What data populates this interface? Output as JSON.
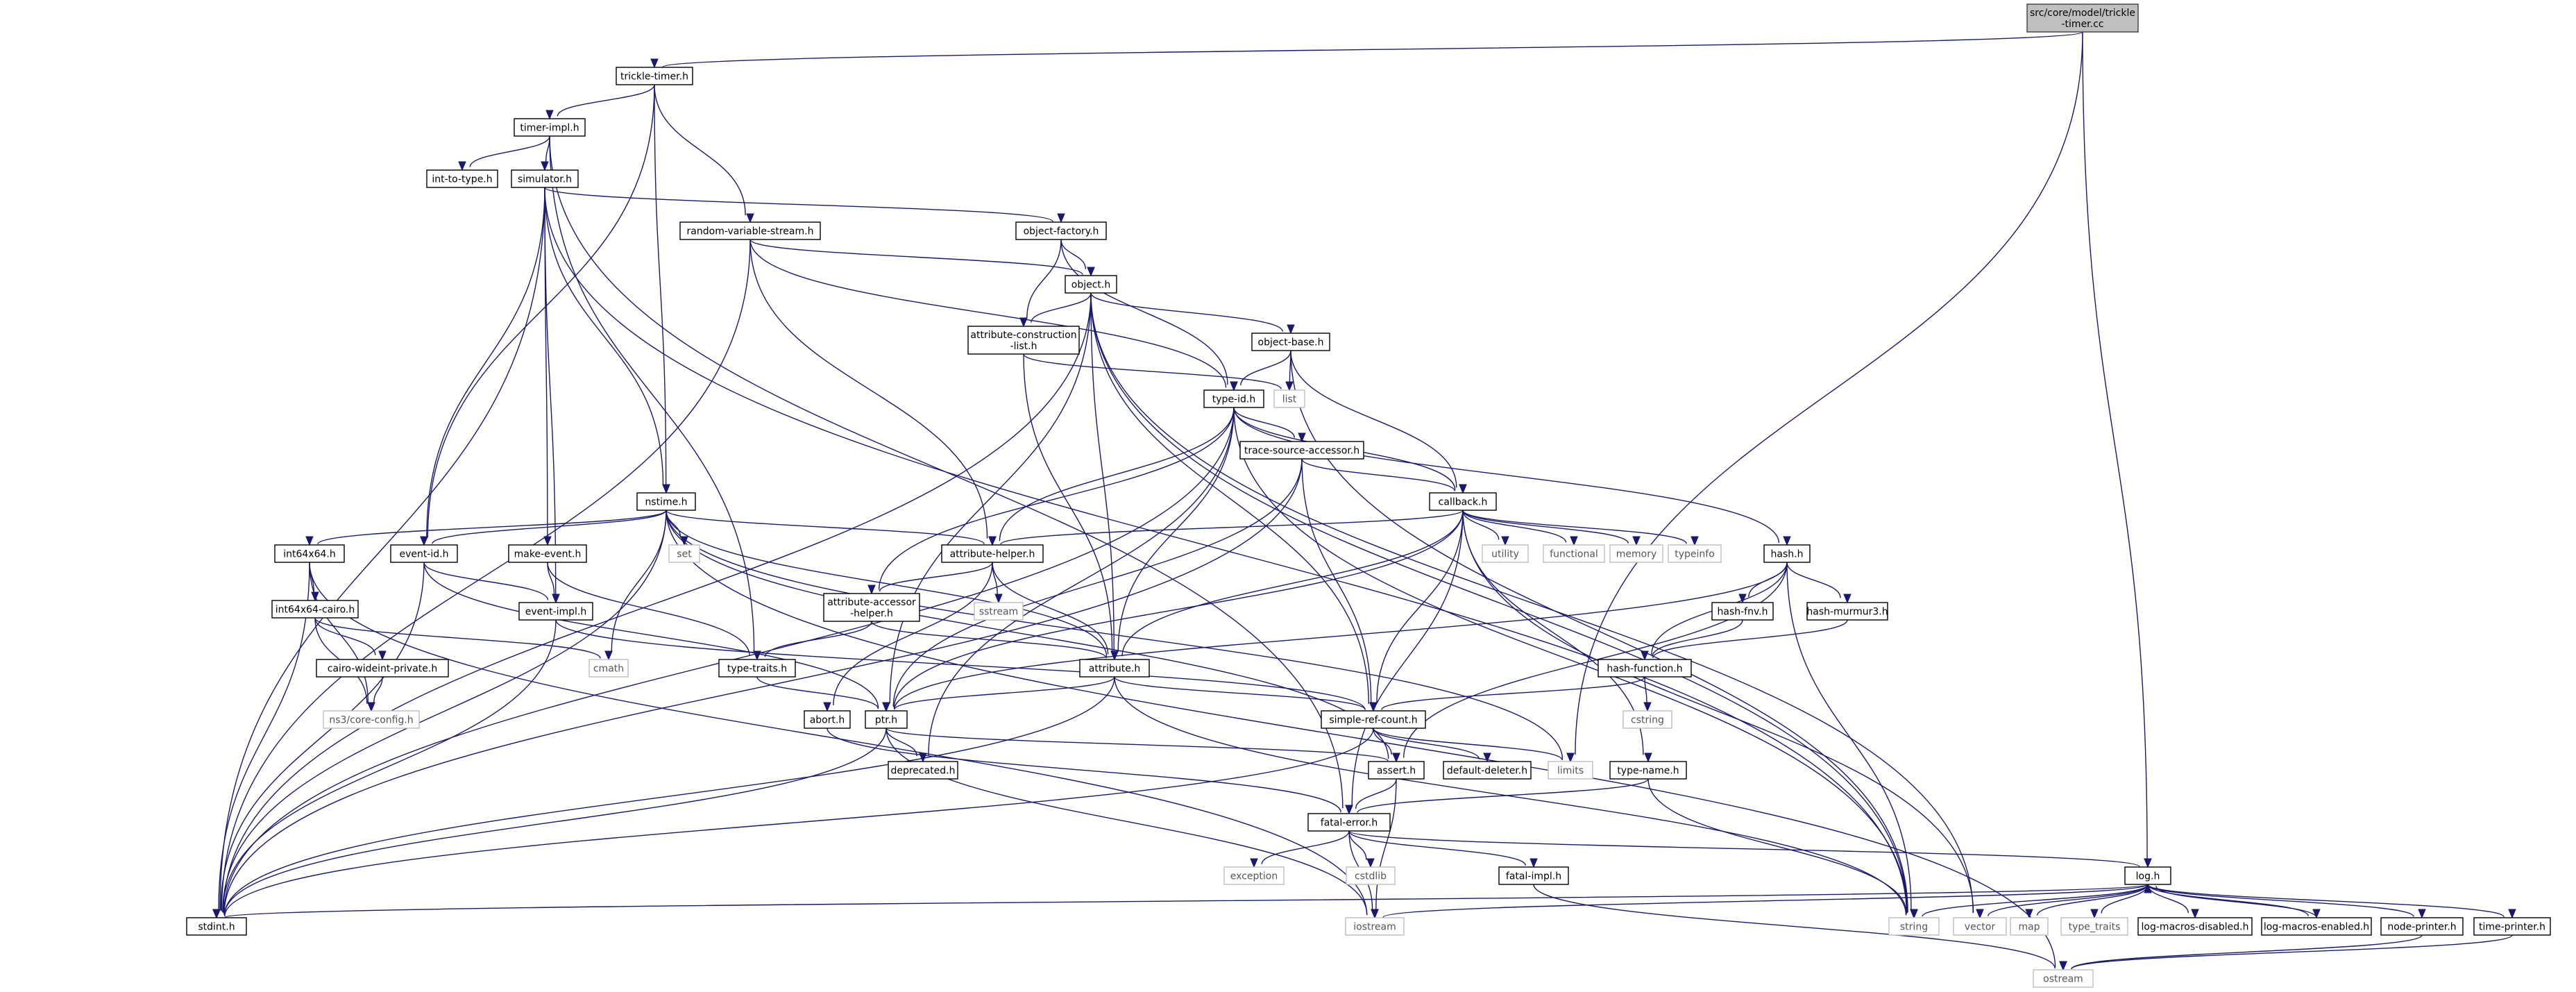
{
  "graph": {
    "nodes": {
      "root": [
        "src/core/model/trickle",
        "-timer.cc"
      ],
      "trickle_timer": "trickle-timer.h",
      "timer_impl": "timer-impl.h",
      "int_to_type": "int-to-type.h",
      "simulator": "simulator.h",
      "random_variable_stream": "random-variable-stream.h",
      "object_factory": "object-factory.h",
      "object": "object.h",
      "attribute_construction_list": [
        "attribute-construction",
        "-list.h"
      ],
      "object_base": "object-base.h",
      "list": "list",
      "type_id": "type-id.h",
      "trace_source_accessor": "trace-source-accessor.h",
      "callback": "callback.h",
      "nstime": "nstime.h",
      "set": "set",
      "int64x64": "int64x64.h",
      "event_id": "event-id.h",
      "make_event": "make-event.h",
      "attribute_helper": "attribute-helper.h",
      "utility": "utility",
      "functional": "functional",
      "memory": "memory",
      "typeinfo": "typeinfo",
      "hash": "hash.h",
      "int64x64_cairo": "int64x64-cairo.h",
      "event_impl": "event-impl.h",
      "attribute_accessor_helper": [
        "attribute-accessor",
        "-helper.h"
      ],
      "sstream": "sstream",
      "hash_murmur3": "hash-murmur3.h",
      "hash_fnv": "hash-fnv.h",
      "cairo_wideint_private": "cairo-wideint-private.h",
      "cmath": "cmath",
      "type_traits_h": "type-traits.h",
      "attribute": "attribute.h",
      "hash_function": "hash-function.h",
      "ns3_core_config": "ns3/core-config.h",
      "abort": "abort.h",
      "ptr": "ptr.h",
      "simple_ref_count": "simple-ref-count.h",
      "cstring": "cstring",
      "deprecated": "deprecated.h",
      "assert": "assert.h",
      "default_deleter": "default-deleter.h",
      "limits": "limits",
      "type_name": "type-name.h",
      "fatal_error": "fatal-error.h",
      "exception": "exception",
      "cstdlib": "cstdlib",
      "fatal_impl": "fatal-impl.h",
      "log": "log.h",
      "stdint": "stdint.h",
      "iostream": "iostream",
      "string": "string",
      "vector": "vector",
      "map": "map",
      "type_traits": "type_traits",
      "log_macros_disabled": "log-macros-disabled.h",
      "log_macros_enabled": "log-macros-enabled.h",
      "node_printer": "node-printer.h",
      "time_printer": "time-printer.h",
      "ostream": "ostream"
    },
    "edges": [
      [
        "root",
        "trickle_timer"
      ],
      [
        "root",
        "limits"
      ],
      [
        "root",
        "log"
      ],
      [
        "trickle_timer",
        "timer_impl"
      ],
      [
        "trickle_timer",
        "random_variable_stream"
      ],
      [
        "trickle_timer",
        "nstime"
      ],
      [
        "trickle_timer",
        "event_id"
      ],
      [
        "timer_impl",
        "int_to_type"
      ],
      [
        "timer_impl",
        "simulator"
      ],
      [
        "timer_impl",
        "fatal_error"
      ],
      [
        "timer_impl",
        "type_traits_h"
      ],
      [
        "simulator",
        "object_factory"
      ],
      [
        "simulator",
        "nstime"
      ],
      [
        "simulator",
        "event_id"
      ],
      [
        "simulator",
        "event_impl"
      ],
      [
        "simulator",
        "make_event"
      ],
      [
        "simulator",
        "stdint"
      ],
      [
        "simulator",
        "string"
      ],
      [
        "random_variable_stream",
        "object"
      ],
      [
        "random_variable_stream",
        "type_id"
      ],
      [
        "random_variable_stream",
        "attribute_helper"
      ],
      [
        "random_variable_stream",
        "stdint"
      ],
      [
        "object_factory",
        "object"
      ],
      [
        "object_factory",
        "attribute_construction_list"
      ],
      [
        "object_factory",
        "type_id"
      ],
      [
        "object",
        "object_base"
      ],
      [
        "object",
        "attribute_construction_list"
      ],
      [
        "object",
        "attribute"
      ],
      [
        "object",
        "ptr"
      ],
      [
        "object",
        "simple_ref_count"
      ],
      [
        "object",
        "string"
      ],
      [
        "object",
        "vector"
      ],
      [
        "object",
        "stdint"
      ],
      [
        "attribute_construction_list",
        "attribute"
      ],
      [
        "attribute_construction_list",
        "list"
      ],
      [
        "object_base",
        "type_id"
      ],
      [
        "object_base",
        "callback"
      ],
      [
        "object_base",
        "list"
      ],
      [
        "object_base",
        "string"
      ],
      [
        "type_id",
        "trace_source_accessor"
      ],
      [
        "type_id",
        "callback"
      ],
      [
        "type_id",
        "attribute"
      ],
      [
        "type_id",
        "attribute_helper"
      ],
      [
        "type_id",
        "attribute_accessor_helper"
      ],
      [
        "type_id",
        "hash"
      ],
      [
        "type_id",
        "deprecated"
      ],
      [
        "type_id",
        "stdint"
      ],
      [
        "type_id",
        "string"
      ],
      [
        "trace_source_accessor",
        "callback"
      ],
      [
        "trace_source_accessor",
        "ptr"
      ],
      [
        "trace_source_accessor",
        "simple_ref_count"
      ],
      [
        "trace_source_accessor",
        "stdint"
      ],
      [
        "callback",
        "attribute"
      ],
      [
        "callback",
        "attribute_helper"
      ],
      [
        "callback",
        "fatal_error"
      ],
      [
        "callback",
        "ptr"
      ],
      [
        "callback",
        "simple_ref_count"
      ],
      [
        "callback",
        "type_name"
      ],
      [
        "callback",
        "utility"
      ],
      [
        "callback",
        "functional"
      ],
      [
        "callback",
        "memory"
      ],
      [
        "callback",
        "typeinfo"
      ],
      [
        "callback",
        "vector"
      ],
      [
        "nstime",
        "int64x64"
      ],
      [
        "nstime",
        "event_id"
      ],
      [
        "nstime",
        "attribute"
      ],
      [
        "nstime",
        "attribute_helper"
      ],
      [
        "nstime",
        "assert"
      ],
      [
        "nstime",
        "cmath"
      ],
      [
        "nstime",
        "set"
      ],
      [
        "nstime",
        "limits"
      ],
      [
        "nstime",
        "ostream"
      ],
      [
        "nstime",
        "stdint"
      ],
      [
        "int64x64",
        "int64x64_cairo"
      ],
      [
        "int64x64",
        "ns3_core_config"
      ],
      [
        "int64x64",
        "iostream"
      ],
      [
        "int64x64",
        "stdint"
      ],
      [
        "int64x64_cairo",
        "cairo_wideint_private"
      ],
      [
        "int64x64_cairo",
        "ns3_core_config"
      ],
      [
        "int64x64_cairo",
        "cmath"
      ],
      [
        "cairo_wideint_private",
        "ns3_core_config"
      ],
      [
        "event_id",
        "event_impl"
      ],
      [
        "event_id",
        "ptr"
      ],
      [
        "event_id",
        "stdint"
      ],
      [
        "make_event",
        "event_impl"
      ],
      [
        "make_event",
        "type_traits_h"
      ],
      [
        "event_impl",
        "simple_ref_count"
      ],
      [
        "event_impl",
        "stdint"
      ],
      [
        "attribute_helper",
        "attribute"
      ],
      [
        "attribute_helper",
        "attribute_accessor_helper"
      ],
      [
        "attribute_helper",
        "abort"
      ],
      [
        "attribute_helper",
        "sstream"
      ],
      [
        "attribute_accessor_helper",
        "attribute"
      ],
      [
        "attribute_accessor_helper",
        "type_traits_h"
      ],
      [
        "type_traits_h",
        "ptr"
      ],
      [
        "attribute",
        "ptr"
      ],
      [
        "attribute",
        "simple_ref_count"
      ],
      [
        "attribute",
        "string"
      ],
      [
        "attribute",
        "stdint"
      ],
      [
        "hash",
        "hash_murmur3"
      ],
      [
        "hash",
        "hash_fnv"
      ],
      [
        "hash",
        "hash_function"
      ],
      [
        "hash",
        "assert"
      ],
      [
        "hash",
        "ptr"
      ],
      [
        "hash",
        "string"
      ],
      [
        "hash_murmur3",
        "hash_function"
      ],
      [
        "hash_fnv",
        "hash_function"
      ],
      [
        "hash_function",
        "simple_ref_count"
      ],
      [
        "hash_function",
        "cstring"
      ],
      [
        "abort",
        "fatal_error"
      ],
      [
        "ptr",
        "assert"
      ],
      [
        "ptr",
        "deprecated"
      ],
      [
        "ptr",
        "iostream"
      ],
      [
        "ptr",
        "stdint"
      ],
      [
        "simple_ref_count",
        "assert"
      ],
      [
        "simple_ref_count",
        "default_deleter"
      ],
      [
        "simple_ref_count",
        "limits"
      ],
      [
        "simple_ref_count",
        "stdint"
      ],
      [
        "assert",
        "fatal_error"
      ],
      [
        "assert",
        "iostream"
      ],
      [
        "type_name",
        "fatal_error"
      ],
      [
        "type_name",
        "string"
      ],
      [
        "fatal_error",
        "fatal_impl"
      ],
      [
        "fatal_error",
        "log"
      ],
      [
        "fatal_error",
        "exception"
      ],
      [
        "fatal_error",
        "cstdlib"
      ],
      [
        "fatal_error",
        "iostream"
      ],
      [
        "fatal_impl",
        "ostream"
      ],
      [
        "log",
        "log_macros_disabled"
      ],
      [
        "log",
        "log_macros_enabled"
      ],
      [
        "log",
        "node_printer"
      ],
      [
        "log",
        "time_printer"
      ],
      [
        "log",
        "iostream"
      ],
      [
        "log",
        "string"
      ],
      [
        "log",
        "vector"
      ],
      [
        "log",
        "map"
      ],
      [
        "log",
        "type_traits"
      ],
      [
        "log",
        "stdint"
      ],
      [
        "log_macros_enabled",
        "log"
      ],
      [
        "node_printer",
        "ostream"
      ],
      [
        "time_printer",
        "ostream"
      ]
    ]
  }
}
